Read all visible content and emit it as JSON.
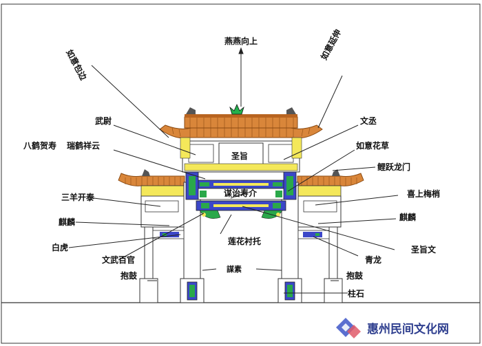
{
  "labels": {
    "swallows": "燕燕向上",
    "ruyi_left": "如意包边",
    "ruyi_right": "如意延伸",
    "wuwei": "武尉",
    "wencheng": "文丞",
    "bahe": "八鹤贺寿",
    "ruihe": "瑞鹤祥云",
    "shengzhi": "圣旨",
    "ruyi_flower": "如意花草",
    "liyue": "鲤跃龙门",
    "sanyang": "三羊开泰",
    "moyi": "谋诒寿介",
    "xishang": "喜上梅梢",
    "qilin_left": "麒麟",
    "qilin_right": "麒麟",
    "baihu": "白虎",
    "lianhua": "莲花衬托",
    "shengzhiwen": "圣旨文",
    "wenwu": "文武百官",
    "qinglong": "青龙",
    "baogu_left": "抱鼓",
    "baogu_right": "抱鼓",
    "zhushi": "柱石",
    "door_text": "謀素"
  },
  "watermark": {
    "text": "惠州民间文化网"
  },
  "colors": {
    "tile": "#d9863a",
    "tile_dark": "#b86420",
    "yellow": "#f4e85a",
    "green": "#2aa84a",
    "blue": "#3b47c8",
    "crown": "#22b14c"
  }
}
